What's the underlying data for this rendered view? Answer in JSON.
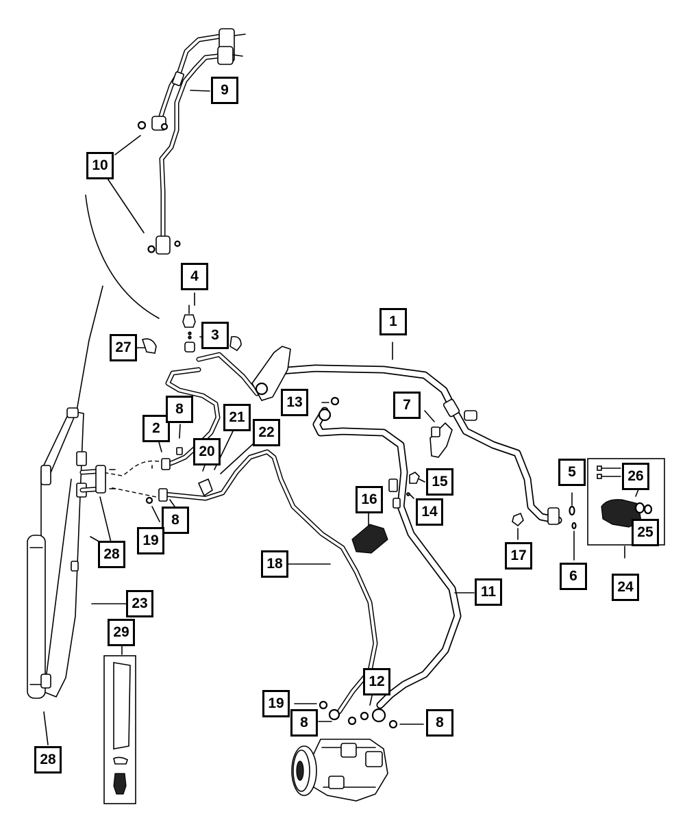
{
  "callouts": {
    "c1": "1",
    "c2": "2",
    "c3": "3",
    "c4": "4",
    "c5": "5",
    "c6": "6",
    "c7": "7",
    "c8a": "8",
    "c8b": "8",
    "c8c": "8",
    "c8d": "8",
    "c9": "9",
    "c10": "10",
    "c11": "11",
    "c12": "12",
    "c13": "13",
    "c14": "14",
    "c15": "15",
    "c16": "16",
    "c17": "17",
    "c18": "18",
    "c19a": "19",
    "c19b": "19",
    "c20": "20",
    "c21": "21",
    "c22": "22",
    "c23": "23",
    "c24": "24",
    "c25": "25",
    "c26": "26",
    "c27": "27",
    "c28a": "28",
    "c28b": "28",
    "c29": "29"
  }
}
